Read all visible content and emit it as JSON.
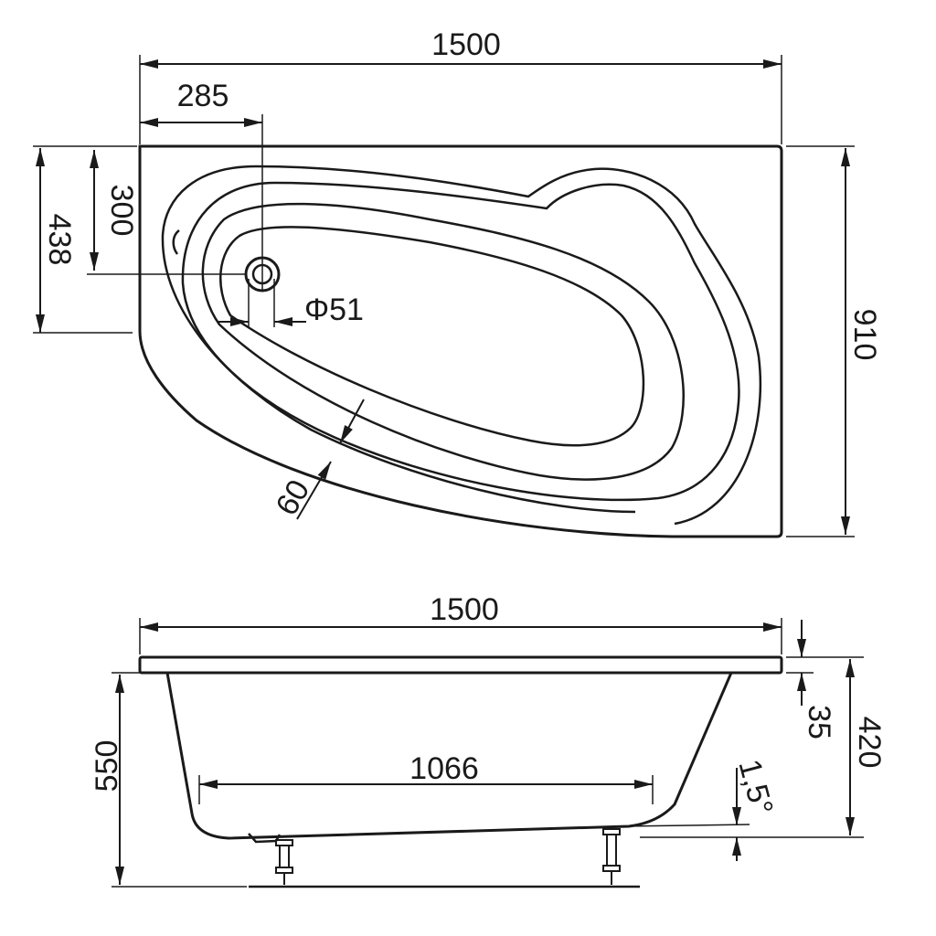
{
  "plan_view": {
    "dim_overall_length": "1500",
    "dim_drain_offset_x": "285",
    "dim_drain_offset_y": "300",
    "dim_corner_depth": "438",
    "dim_overall_width": "910",
    "dim_drain_diameter": "Φ51",
    "dim_angle": "60"
  },
  "side_view": {
    "dim_overall_length": "1500",
    "dim_bottom_length": "1066",
    "dim_total_height": "550",
    "dim_rim_thickness": "35",
    "dim_tub_height": "420",
    "dim_floor_slope": "1,5°"
  },
  "colors": {
    "line": "#1a1a1a",
    "background": "#ffffff"
  }
}
